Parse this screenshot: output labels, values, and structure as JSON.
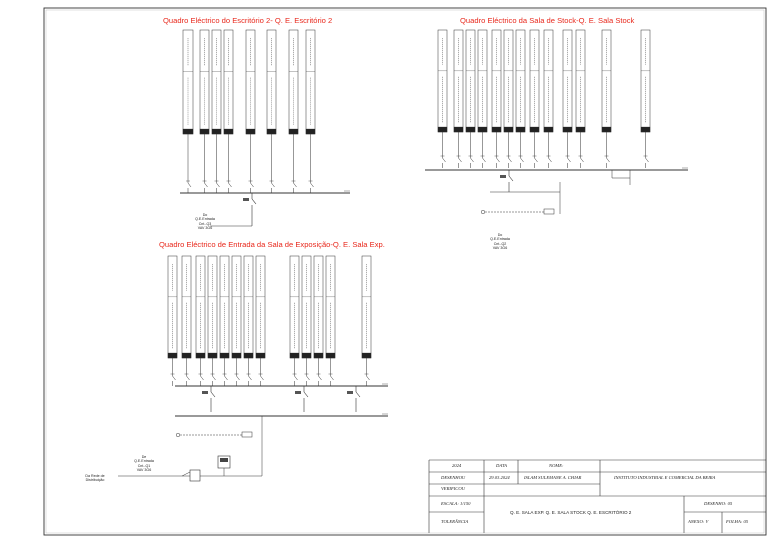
{
  "titles": {
    "escritorio": "Quadro Eléctrico do Escritório 2- Q. E. Escritório 2",
    "stock": "Quadro Eléctrico da Sala de Stock-Q. E. Sala Stock",
    "exposicao": "Quadro Eléctrico de Entrada da Sala de Exposição-Q. E. Sala Exp."
  },
  "feeds": {
    "escritorio": [
      "Do",
      "Q.E.Entrada",
      "Cnt.-Q3",
      "VAV 3G6"
    ],
    "stock": [
      "Do",
      "Q.E.Entrada",
      "Cnt.-Q2",
      "VAV 3G6"
    ],
    "exposicao": [
      "De",
      "Q.E.Entrada",
      "Cnt.-Q1",
      "VAV 3G6"
    ],
    "rede": [
      "Da Rede de",
      "Distribuição"
    ]
  },
  "title_block": {
    "date_label": "2024",
    "data_label": "DATA",
    "nome_label": "NOME:",
    "desenhou_label": "DESENHOU",
    "desenhou_date": "29.03.2024",
    "desenhou_name": "ISLAM SULEMANE A. CHIAR",
    "verificou_label": "VERIFICOU",
    "institution": "INSTITUTO INDUSTRIAL E COMERCIAL DA BEIRA",
    "escala": "ESCALA: 1/150",
    "tolerancia": "TOLERÂNCIA",
    "drawing_title": "Q. E. SALA EXP.    Q. E. SALA STOCK    Q. E. ESCRITÓRIO 2",
    "desenho": "DESENHO: 05",
    "anexo": "ANEXO: V",
    "folha": "FOLHA: 05"
  }
}
